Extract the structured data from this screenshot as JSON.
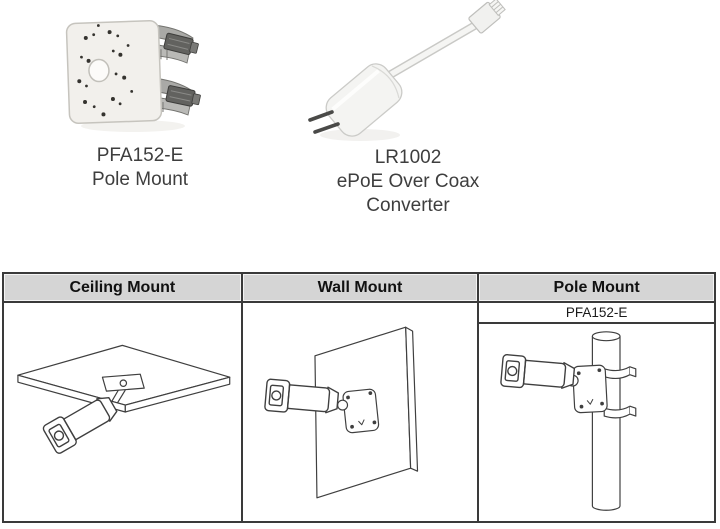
{
  "accessories": {
    "items": [
      {
        "model": "PFA152-E",
        "name": "Pole Mount"
      },
      {
        "model": "LR1002",
        "name": "ePoE Over Coax Converter"
      }
    ]
  },
  "mount_table": {
    "columns": [
      {
        "header": "Ceiling Mount",
        "subheader": ""
      },
      {
        "header": "Wall Mount",
        "subheader": ""
      },
      {
        "header": "Pole Mount",
        "subheader": "PFA152-E"
      }
    ]
  },
  "images": {
    "pole_mount_bracket": "pole-mount-bracket-photo",
    "epoe_converter": "epoe-over-coax-converter-photo",
    "ceiling_mount_diagram": "ceiling-mount-line-drawing",
    "wall_mount_diagram": "wall-mount-line-drawing",
    "pole_mount_diagram": "pole-mount-line-drawing"
  },
  "colors": {
    "background": "#ffffff",
    "table_border": "#3a3a3a",
    "header_background": "#d5d5d5",
    "header_text": "#111111",
    "subheader_text": "#1a1a1a",
    "caption_text": "#3e3e3e",
    "line_art_stroke": "#3f3f3f",
    "clamp_steel": "#a9a9a6",
    "clamp_head": "#62625f"
  }
}
